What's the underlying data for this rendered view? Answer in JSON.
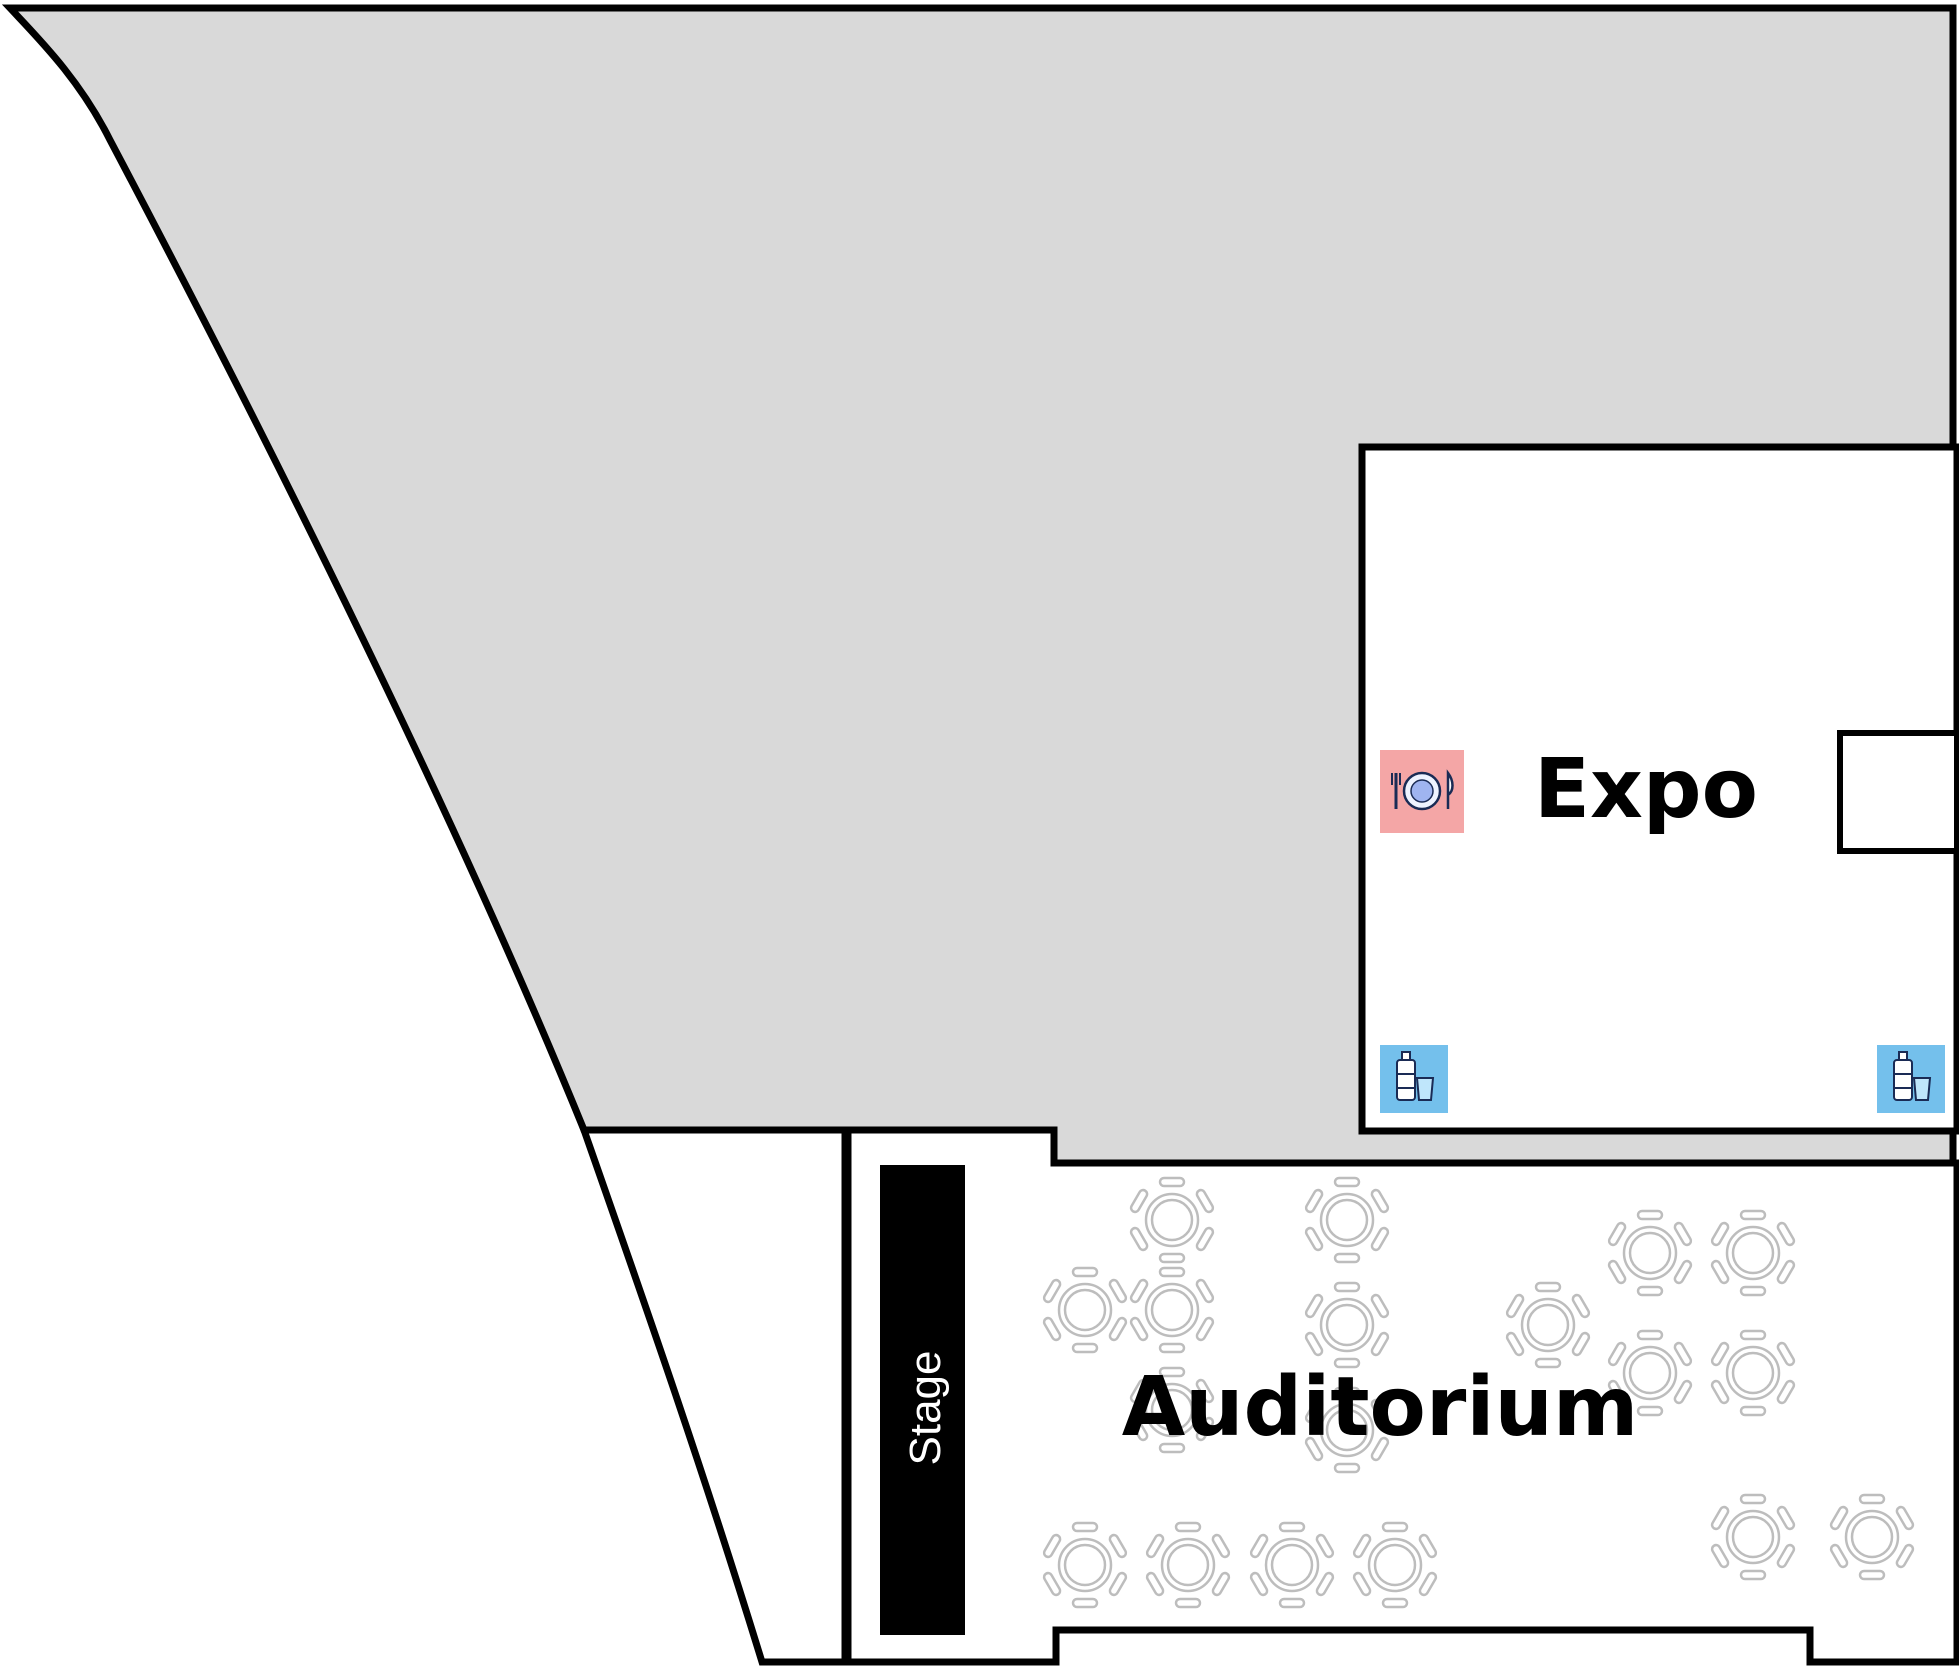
{
  "rooms": {
    "expo": {
      "label": "Expo"
    },
    "auditorium": {
      "label": "Auditorium"
    },
    "stage": {
      "label": "Stage"
    }
  },
  "amenities": [
    {
      "type": "dining",
      "icon": "plate-cutlery-icon"
    },
    {
      "type": "water",
      "icon": "water-bottle-icon"
    },
    {
      "type": "water",
      "icon": "water-bottle-icon"
    }
  ],
  "colors": {
    "outline": "#000000",
    "grey_area": "#d9d9d9",
    "stage_fill": "#000000",
    "dining_badge": "#f4a6a6",
    "water_badge": "#74c0ec",
    "seating": "#bdbdbd"
  }
}
